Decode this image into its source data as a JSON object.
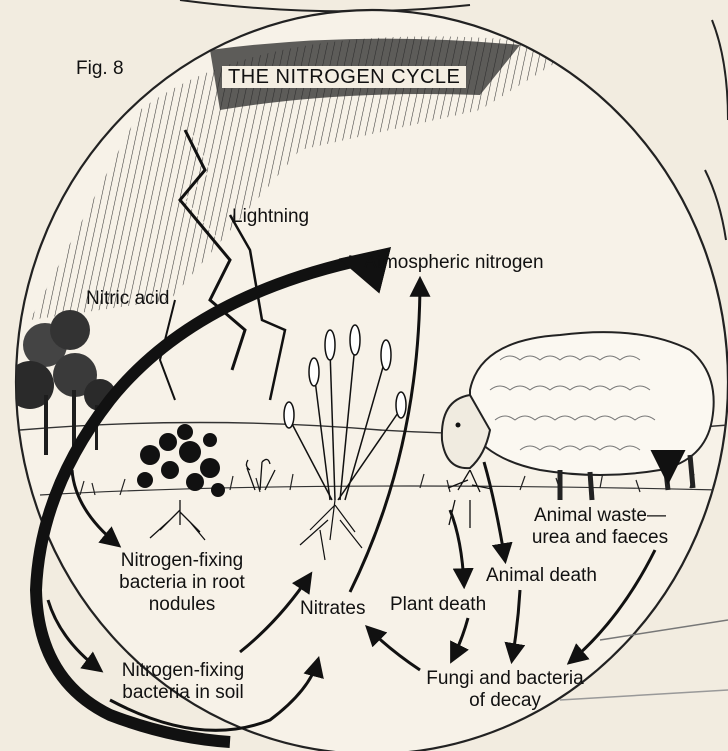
{
  "figure_label": "Fig. 8",
  "title": "THE NITROGEN CYCLE",
  "labels": {
    "lightning": "Lightning",
    "nitric_acid": "Nitric acid",
    "atmospheric_nitrogen": "Atmospheric nitrogen",
    "root_nodules": [
      "Nitrogen-fixing",
      "bacteria in root",
      "nodules"
    ],
    "soil_bacteria": [
      "Nitrogen-fixing",
      "bacteria in soil"
    ],
    "nitrates": "Nitrates",
    "plant_death": "Plant death",
    "animal_death": "Animal death",
    "animal_waste": [
      "Animal waste—",
      "urea and faeces"
    ],
    "decay": [
      "Fungi and bacteria",
      "of decay"
    ]
  },
  "colors": {
    "ink": "#111111",
    "paper": "#f2ece0",
    "circle_fill": "#f7f2e8"
  }
}
